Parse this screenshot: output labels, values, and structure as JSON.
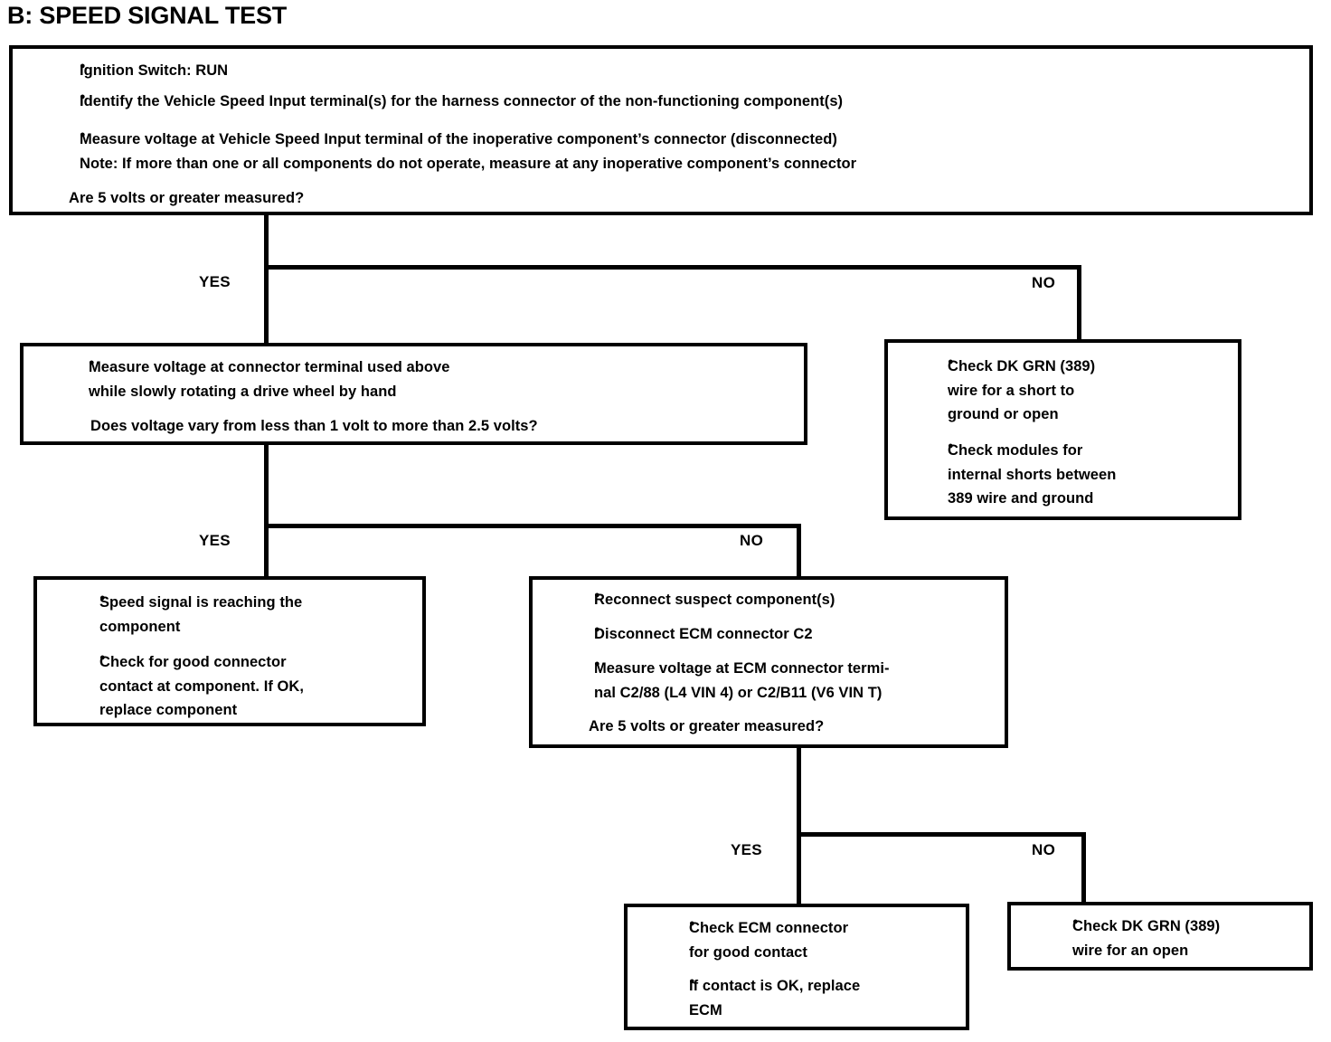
{
  "title": "B: SPEED SIGNAL TEST",
  "boxes": {
    "question1": {
      "items": [
        {
          "bullet": true,
          "lines": [
            "Ignition Switch: RUN"
          ]
        },
        {
          "bullet": true,
          "lines": [
            "Identify the Vehicle Speed Input terminal(s) for the harness connector of the non-functioning component(s)"
          ]
        },
        {
          "bullet": true,
          "lines": [
            "Measure voltage at Vehicle Speed Input terminal of the inoperative component’s connector (disconnected)",
            "Note: If more than one or all components do not operate, measure at any inoperative component’s connector"
          ]
        },
        {
          "bullet": false,
          "lines": [
            "Are 5 volts or greater measured?"
          ]
        }
      ]
    },
    "question2": {
      "items": [
        {
          "bullet": true,
          "lines": [
            "Measure voltage at connector terminal used above",
            "while slowly rotating a drive wheel by hand"
          ]
        },
        {
          "bullet": false,
          "lines": [
            "Does voltage vary from less than 1 volt to more than 2.5 volts?"
          ]
        }
      ]
    },
    "no1_result": {
      "items": [
        {
          "bullet": true,
          "lines": [
            "Check DK GRN (389)",
            "wire for a short to",
            "ground or open"
          ]
        },
        {
          "bullet": true,
          "lines": [
            "Check modules for",
            "internal shorts between",
            "389 wire and ground"
          ]
        }
      ]
    },
    "yes2_result": {
      "items": [
        {
          "bullet": true,
          "lines": [
            "Speed signal is reaching the",
            "component"
          ]
        },
        {
          "bullet": true,
          "lines": [
            "Check for good connector",
            "contact at component. If OK,",
            "replace component"
          ]
        }
      ]
    },
    "question3": {
      "items": [
        {
          "bullet": true,
          "lines": [
            "Reconnect suspect component(s)"
          ]
        },
        {
          "bullet": true,
          "lines": [
            "Disconnect ECM connector C2"
          ]
        },
        {
          "bullet": true,
          "lines": [
            "Measure voltage at ECM connector termi-",
            "nal C2/88 (L4 VIN 4) or C2/B11 (V6 VIN T)"
          ]
        },
        {
          "bullet": false,
          "lines": [
            "Are 5 volts or greater measured?"
          ]
        }
      ]
    },
    "yes3_result": {
      "items": [
        {
          "bullet": true,
          "lines": [
            "Check ECM connector",
            "for good contact"
          ]
        },
        {
          "bullet": true,
          "lines": [
            "If contact is OK, replace",
            "ECM"
          ]
        }
      ]
    },
    "no3_result": {
      "items": [
        {
          "bullet": true,
          "lines": [
            "Check DK GRN (389)",
            "wire for an open"
          ]
        }
      ]
    }
  },
  "branches": {
    "yes1": "YES",
    "no1": "NO",
    "yes2": "YES",
    "no2": "NO",
    "yes3": "YES",
    "no3": "NO"
  }
}
